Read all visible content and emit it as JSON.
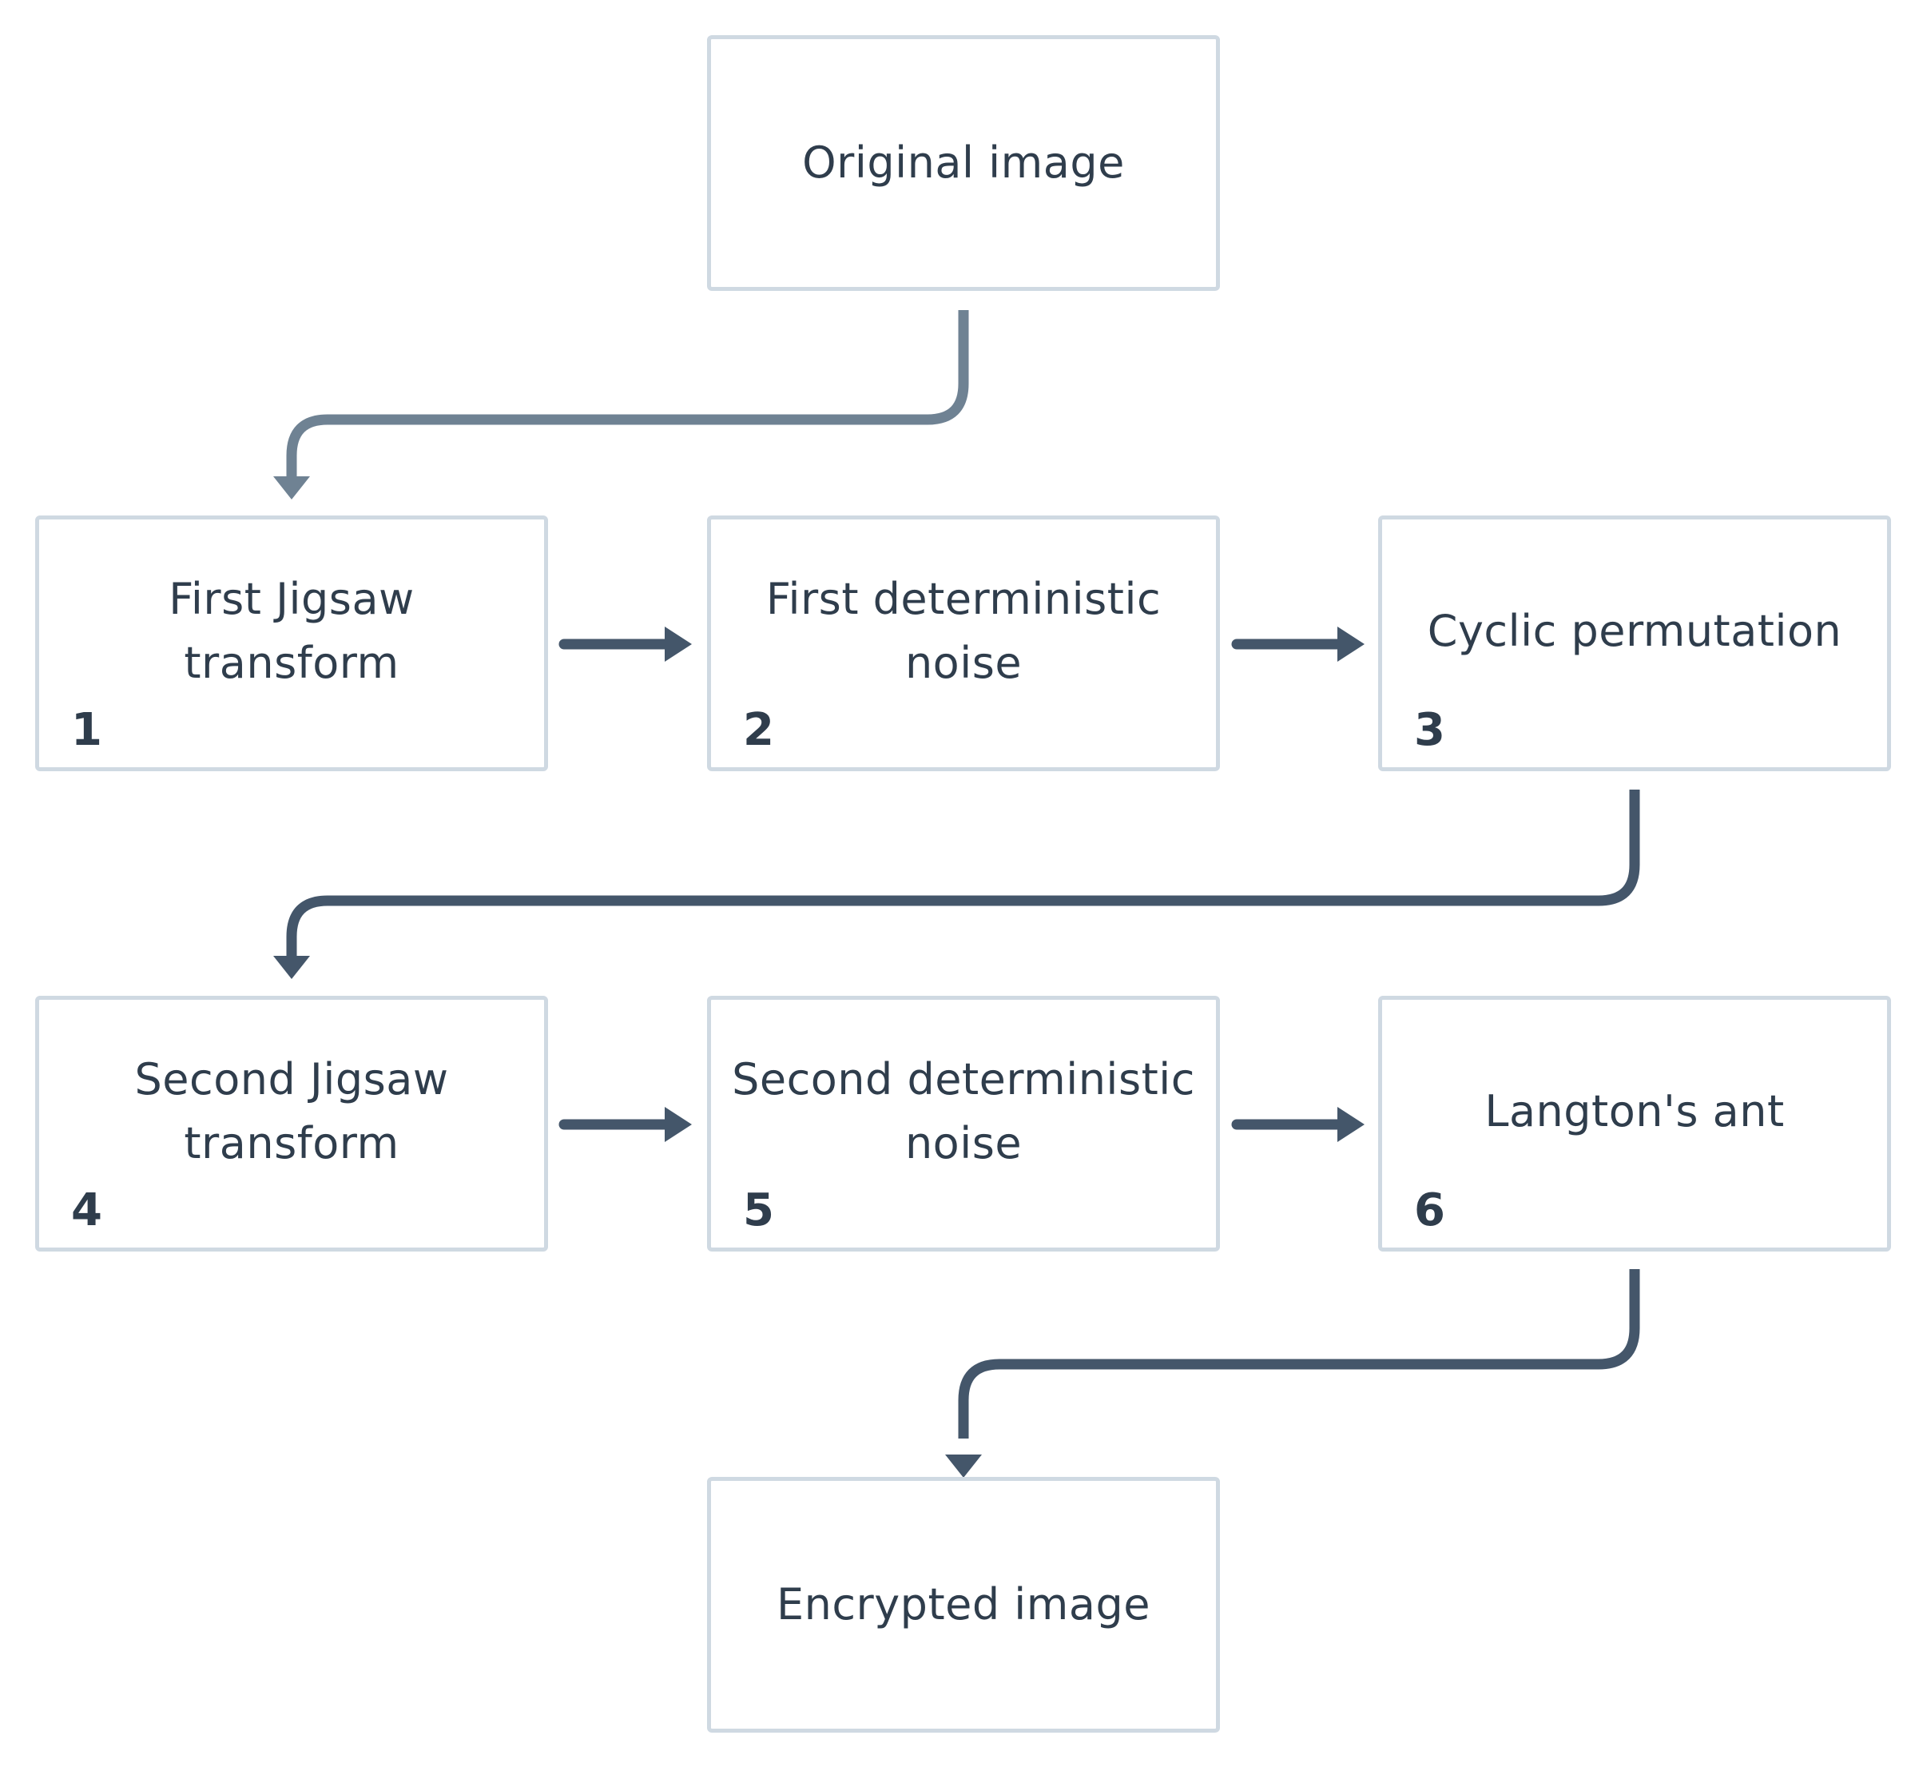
{
  "nodes": {
    "original": {
      "label": "Original image"
    },
    "step1": {
      "label": "First Jigsaw transform",
      "number": "1"
    },
    "step2": {
      "label": "First deterministic noise",
      "number": "2"
    },
    "step3": {
      "label": "Cyclic permutation",
      "number": "3"
    },
    "step4": {
      "label": "Second Jigsaw transform",
      "number": "4"
    },
    "step5": {
      "label": "Second deterministic noise",
      "number": "5"
    },
    "step6": {
      "label": "Langton's ant",
      "number": "6"
    },
    "encrypted": {
      "label": "Encrypted image"
    }
  },
  "colors": {
    "box_border": "#cfd9e2",
    "text": "#2f3d4c",
    "connector_light": "#6f8293",
    "connector_dark": "#44566a"
  }
}
